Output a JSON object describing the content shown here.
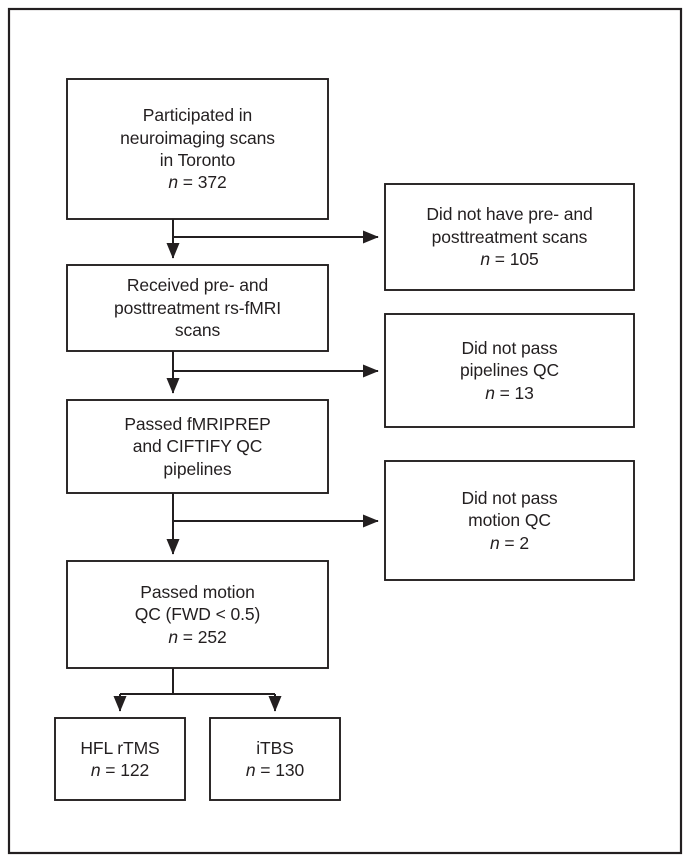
{
  "figure": {
    "type": "flowchart",
    "title": "Participant inclusion flow diagram",
    "orientation": "top-to-bottom with right-side exclusion branches",
    "colors": {
      "background": "#ffffff",
      "stroke": "#231f20",
      "box_fill": "#ffffff",
      "text": "#231f20"
    }
  },
  "main_nodes": [
    {
      "id": "participated",
      "lines": [
        "Participated in",
        "neuroimaging scans",
        "in Toronto"
      ],
      "n_label": "n = 372",
      "n_value": 372
    },
    {
      "id": "received-scans",
      "lines": [
        "Received pre- and",
        "posttreatment rs-fMRI",
        "scans"
      ],
      "n_label": "",
      "n_value": null
    },
    {
      "id": "passed-pipelines",
      "lines": [
        "Passed fMRIPREP",
        "and CIFTIFY QC",
        "pipelines"
      ],
      "n_label": "",
      "n_value": null
    },
    {
      "id": "passed-motion",
      "lines": [
        "Passed motion",
        "QC (FWD < 0.5)"
      ],
      "n_label": "n = 252",
      "n_value": 252
    }
  ],
  "exclusion_nodes": [
    {
      "id": "no-pre-post",
      "lines": [
        "Did not have pre- and",
        "posttreatment scans"
      ],
      "n_label": "n = 105",
      "n_value": 105
    },
    {
      "id": "failed-pipelines-qc",
      "lines": [
        "Did not pass",
        "pipelines QC"
      ],
      "n_label": "n = 13",
      "n_value": 13
    },
    {
      "id": "failed-motion-qc",
      "lines": [
        "Did not pass",
        "motion QC"
      ],
      "n_label": "n = 2",
      "n_value": 2
    }
  ],
  "terminal_nodes": [
    {
      "id": "hfl-rtms",
      "lines": [
        "HFL rTMS"
      ],
      "n_label": "n = 122",
      "n_value": 122
    },
    {
      "id": "itbs",
      "lines": [
        "iTBS"
      ],
      "n_label": "n = 130",
      "n_value": 130
    }
  ]
}
